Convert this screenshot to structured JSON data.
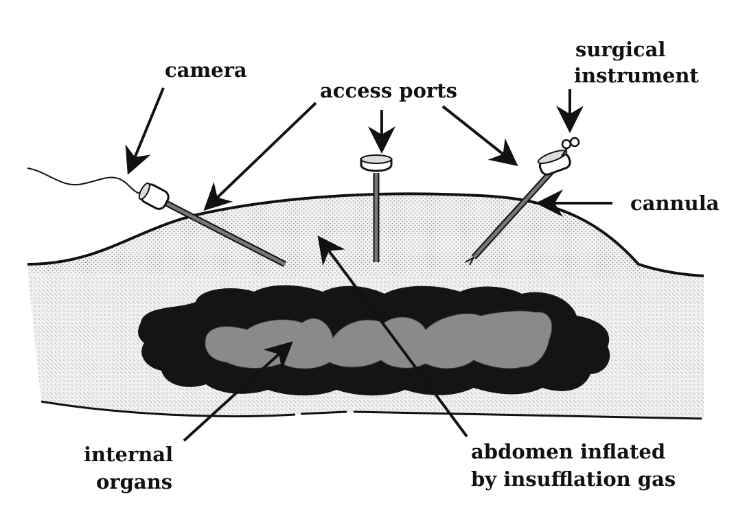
{
  "diagram": {
    "labels": {
      "camera": "camera",
      "access_ports": "access ports",
      "surgical_line1": "surgical",
      "surgical_line2": "instrument",
      "cannula": "cannula",
      "organs_line1": "internal",
      "organs_line2": "organs",
      "abdomen_line1": "abdomen inflated",
      "abdomen_line2": "by insufflation gas"
    },
    "colors": {
      "ink": "#111111",
      "organ_outer": "#141414",
      "organ_inner": "#8a8a8a",
      "gas_dots": "#9a9a9a"
    }
  }
}
